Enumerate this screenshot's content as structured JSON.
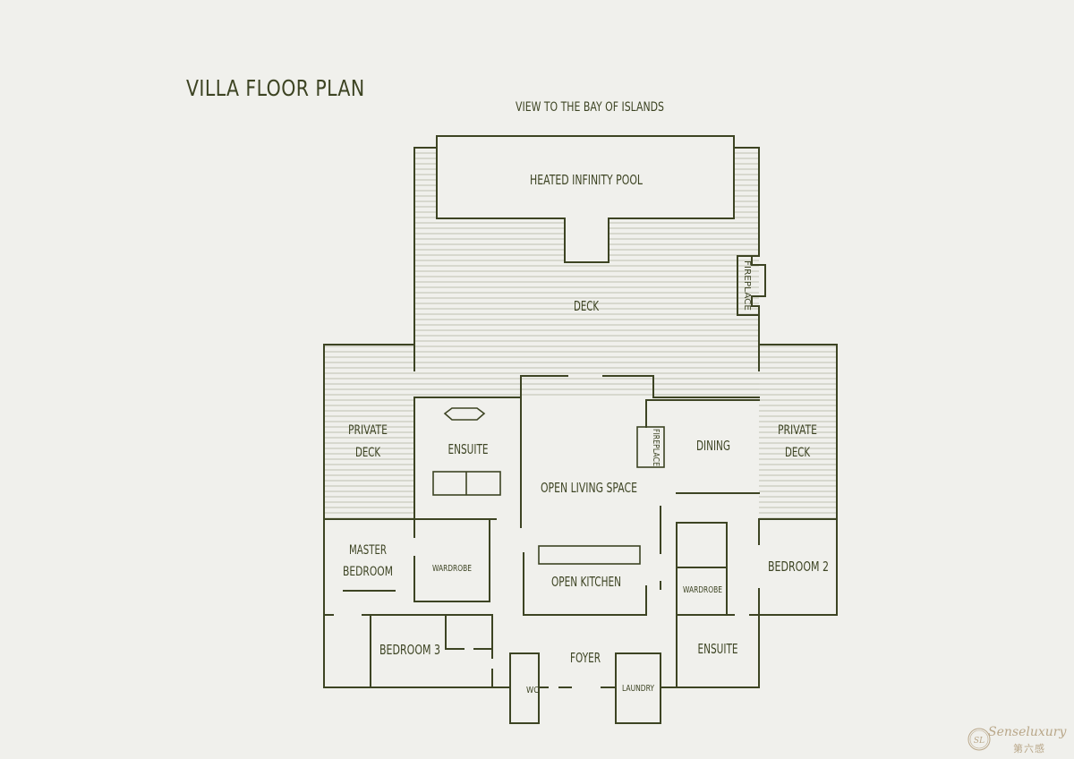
{
  "title": "VILLA FLOOR PLAN",
  "labels": {
    "view": "VIEW TO THE BAY OF ISLANDS",
    "pool": "HEATED INFINITY POOL",
    "deck": "DECK",
    "fireplace_top": "FIREPLACE",
    "private_deck_left_1": "PRIVATE",
    "private_deck_left_2": "DECK",
    "private_deck_right_1": "PRIVATE",
    "private_deck_right_2": "DECK",
    "ensuite_top": "ENSUITE",
    "open_living": "OPEN LIVING SPACE",
    "fireplace_inner": "FIREPLACE",
    "dining": "DINING",
    "master_1": "MASTER",
    "master_2": "BEDROOM",
    "wardrobe_left": "WARDROBE",
    "open_kitchen": "OPEN KITCHEN",
    "wardrobe_right": "WARDROBE",
    "bedroom2": "BEDROOM 2",
    "bedroom3": "BEDROOM 3",
    "foyer": "FOYER",
    "ensuite_bottom": "ENSUITE",
    "wc": "WC",
    "laundry": "LAUNDRY"
  },
  "logo": {
    "seal": "SL",
    "brand": "Senseluxury",
    "chinese": "第六感"
  },
  "colors": {
    "line": "#3d4423",
    "background": "#f0f0ec",
    "hatch": "#b9bca9",
    "logo": "#b9a789"
  }
}
